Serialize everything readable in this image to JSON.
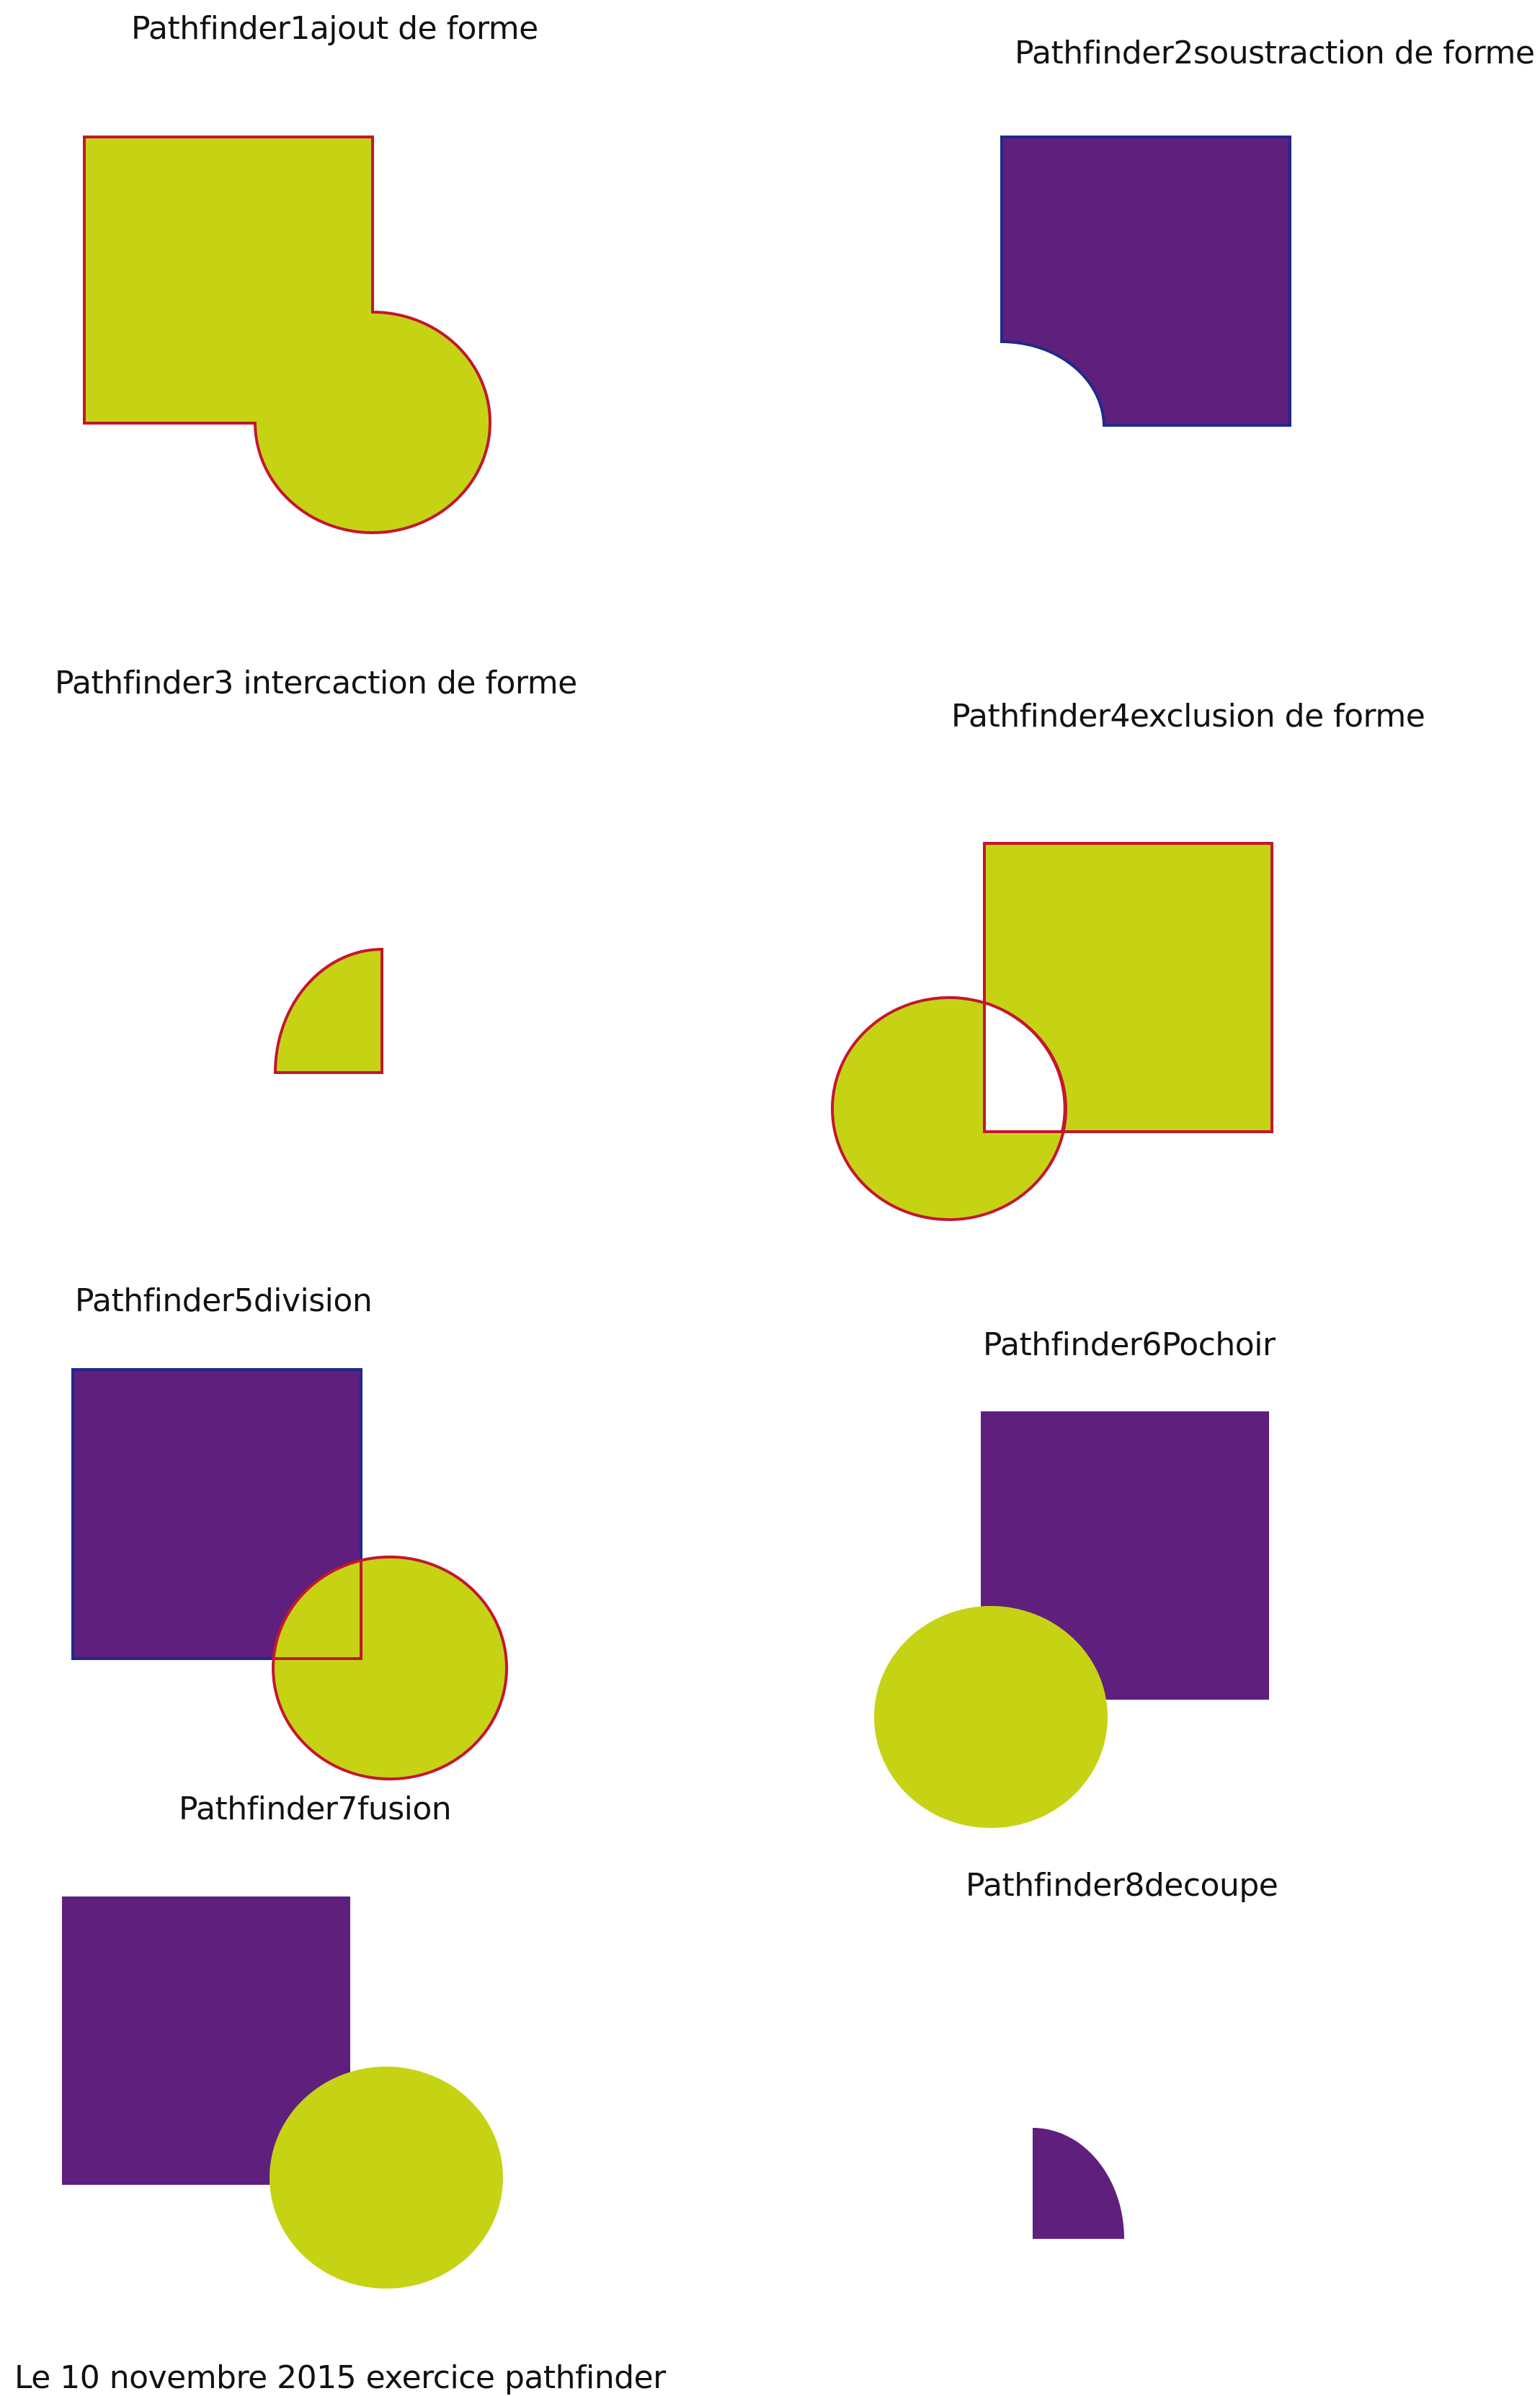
{
  "colors": {
    "lime": "#C6D315",
    "purple": "#5F1F7D",
    "red_stroke": "#C4162E",
    "blue_stroke": "#1E2A8C",
    "text": "#111111",
    "background": "#FFFFFF"
  },
  "examples": [
    {
      "id": 1,
      "label": "Pathfinder1ajout de forme",
      "effect": "unite"
    },
    {
      "id": 2,
      "label": "Pathfinder2soustraction de forme",
      "effect": "minus-front"
    },
    {
      "id": 3,
      "label": "Pathfinder3 intercaction de forme",
      "effect": "intersect"
    },
    {
      "id": 4,
      "label": "Pathfinder4exclusion de forme",
      "effect": "exclude"
    },
    {
      "id": 5,
      "label": "Pathfinder5division",
      "effect": "divide"
    },
    {
      "id": 6,
      "label": "Pathfinder6Pochoir",
      "effect": "stencil"
    },
    {
      "id": 7,
      "label": "Pathfinder7fusion",
      "effect": "merge"
    },
    {
      "id": 8,
      "label": "Pathfinder8decoupe",
      "effect": "crop"
    }
  ],
  "footer": "Le 10 novembre 2015 exercice pathfinder"
}
